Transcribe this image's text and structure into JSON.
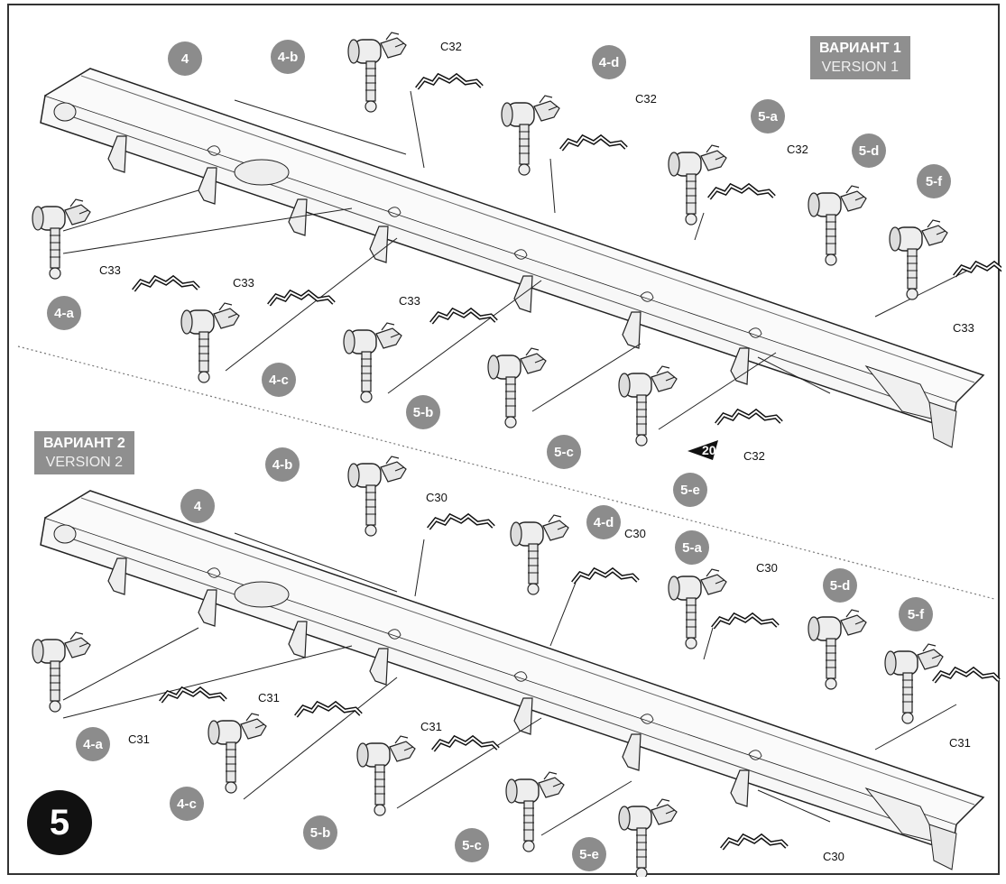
{
  "step_number": "5",
  "version_1": {
    "title_ru": "ВАРИАНТ 1",
    "title_en": "VERSION 1"
  },
  "version_2": {
    "title_ru": "ВАРИАНТ 2",
    "title_en": "VERSION 2"
  },
  "v1_parts": [
    "4",
    "4-b",
    "4-d",
    "5-a",
    "5-d",
    "5-f",
    "4-a",
    "4-c",
    "5-b",
    "5-c",
    "5-e"
  ],
  "v1_clips": [
    "C32",
    "C32",
    "C32",
    "C33",
    "C33",
    "C33",
    "C33",
    "C32"
  ],
  "v2_parts": [
    "4",
    "4-b",
    "4-d",
    "5-a",
    "5-d",
    "5-f",
    "4-a",
    "4-c",
    "5-b",
    "5-c",
    "5-e"
  ],
  "v2_clips": [
    "C30",
    "C30",
    "C30",
    "C31",
    "C31",
    "C31",
    "C31",
    "C30"
  ],
  "reference_page": "20",
  "colors": {
    "bubble": "#8c8c8c",
    "version_box": "#8f8f8f",
    "step_circle": "#111111",
    "line_art": "#222222"
  }
}
